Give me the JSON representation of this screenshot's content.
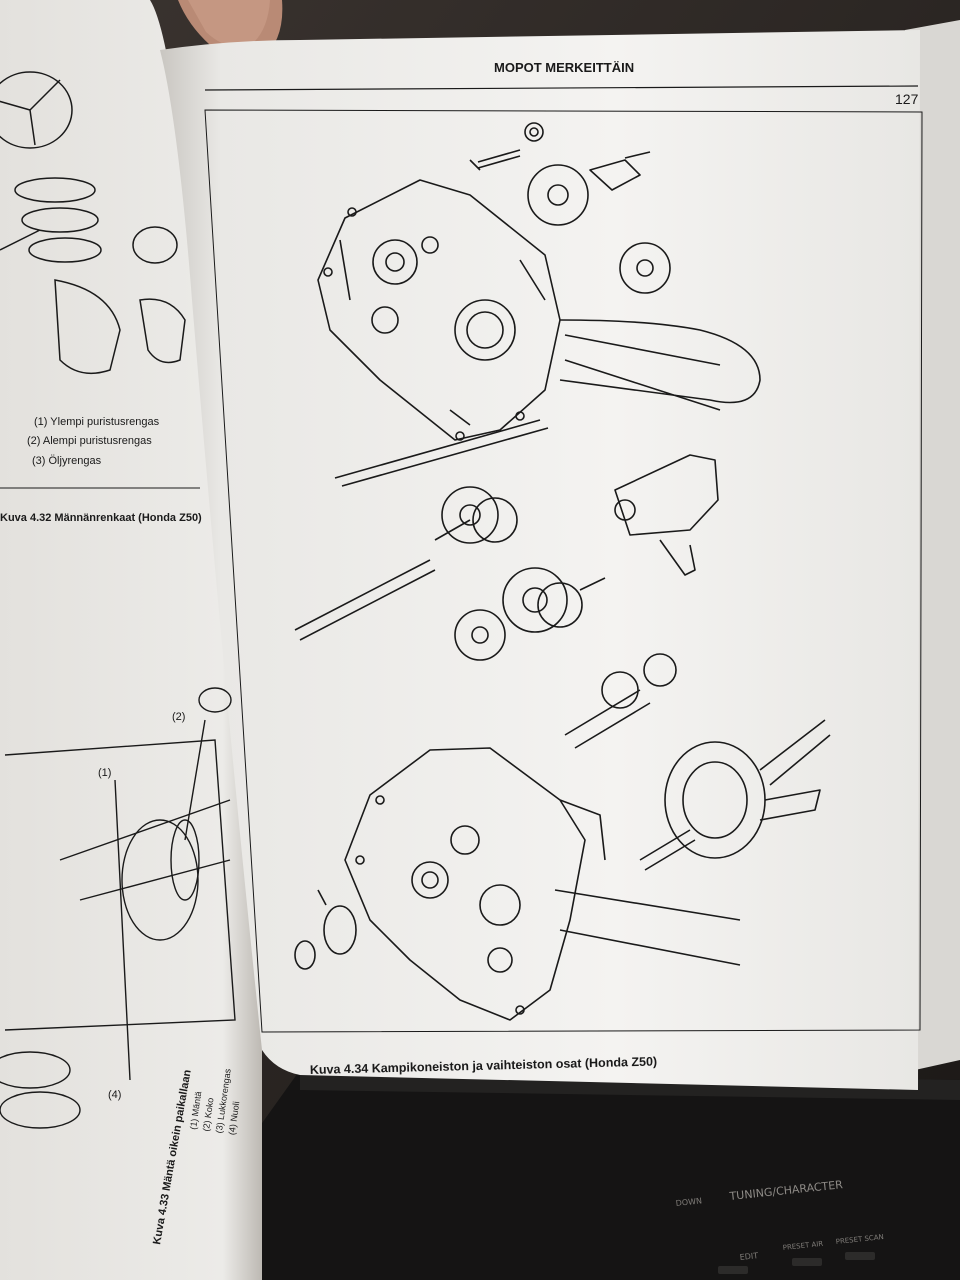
{
  "right_page": {
    "header": "MOPOT MERKEITTÄIN",
    "page_number": "127",
    "caption": "Kuva 4.34  Kampikoneiston ja vaihteiston osat (Honda Z50)"
  },
  "left_page": {
    "legend_top": [
      "(1)  Ylempi puristusrengas",
      "(2)  Alempi puristusrengas",
      "(3)  Öljyrengas"
    ],
    "caption_top": "Kuva 4.32  Männänrenkaat (Honda Z50)",
    "callouts": [
      "(1)",
      "(2)",
      "(4)"
    ],
    "legend_bottom": [
      "(1)  Mäntä",
      "(2)  Koko",
      "(3)  Lukkorengas",
      "(4)  Nuoli"
    ],
    "caption_bottom": "Kuva 4.33  Mäntä oikein paikallaan"
  },
  "device": {
    "label": "TUNING/CHARACTER",
    "buttons": [
      "DOWN",
      "EDIT",
      "PRESET AIR",
      "PRESET SCAN"
    ]
  },
  "colors": {
    "paper": "#f2f1ef",
    "paper_shadow": "#d8d6d2",
    "ink": "#1a1a1a",
    "background": "#2a2522",
    "device": "#141414"
  }
}
